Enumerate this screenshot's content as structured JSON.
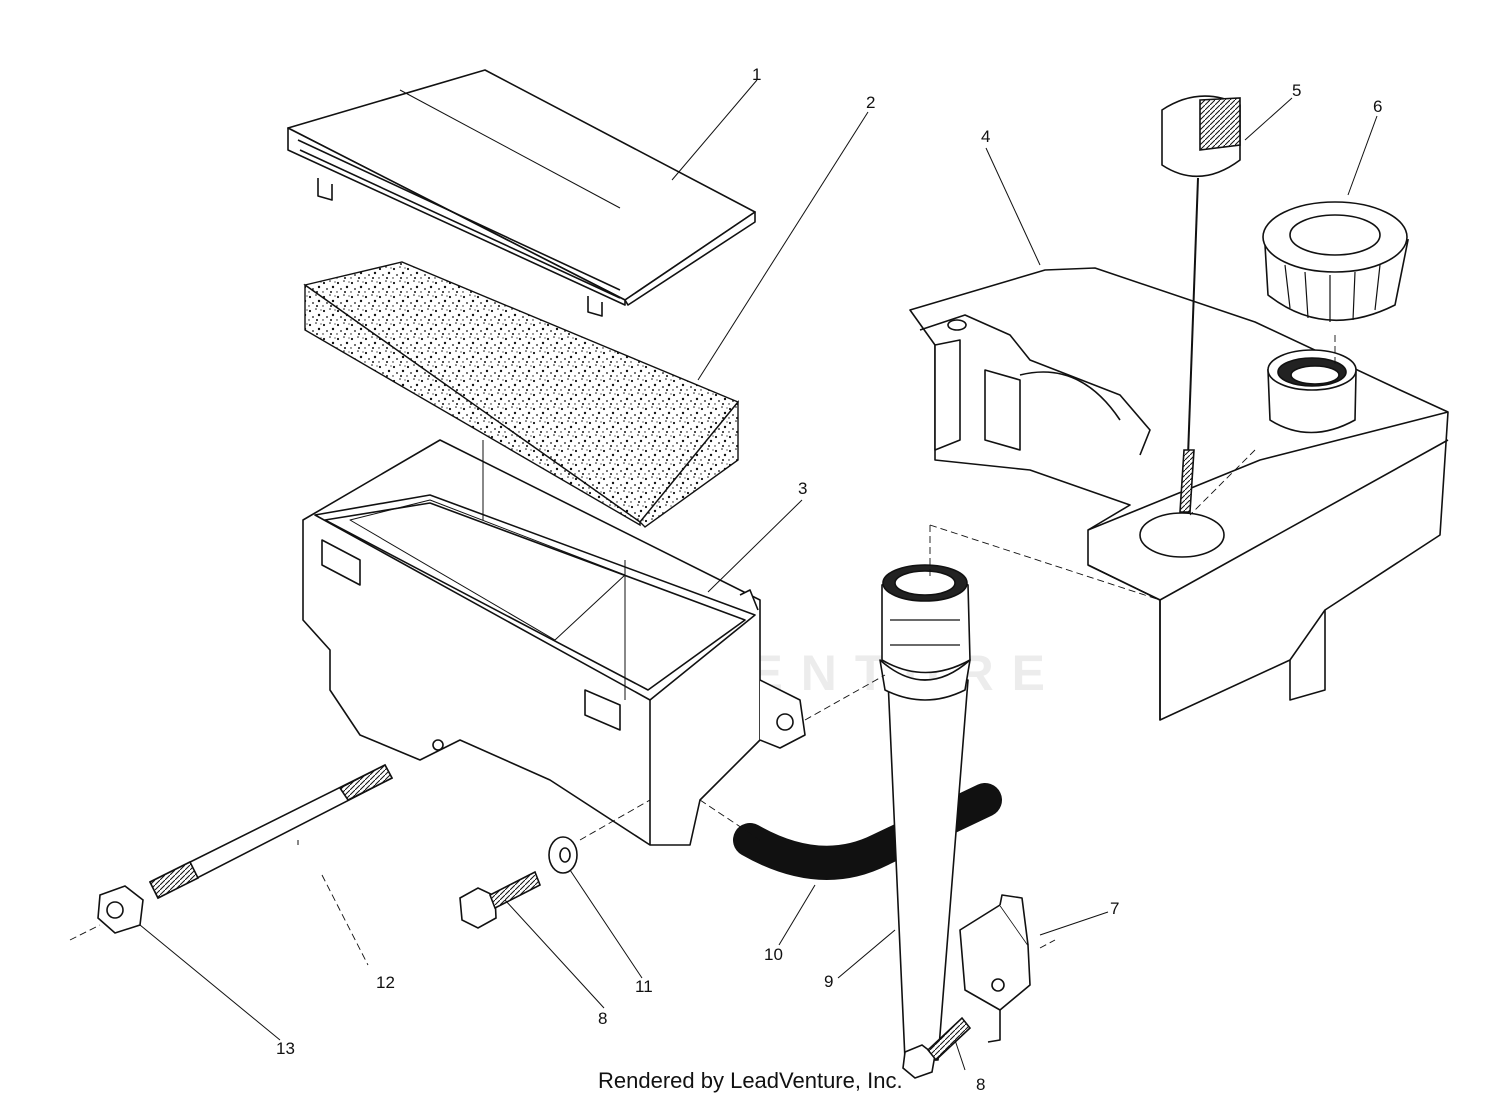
{
  "diagram": {
    "callouts": [
      {
        "id": "c1",
        "label": "1"
      },
      {
        "id": "c2",
        "label": "2"
      },
      {
        "id": "c3",
        "label": "3"
      },
      {
        "id": "c4",
        "label": "4"
      },
      {
        "id": "c5",
        "label": "5"
      },
      {
        "id": "c6",
        "label": "6"
      },
      {
        "id": "c7",
        "label": "7"
      },
      {
        "id": "c8a",
        "label": "8"
      },
      {
        "id": "c8b",
        "label": "8"
      },
      {
        "id": "c9",
        "label": "9"
      },
      {
        "id": "c10",
        "label": "10"
      },
      {
        "id": "c11",
        "label": "11"
      },
      {
        "id": "c12",
        "label": "12"
      },
      {
        "id": "c13",
        "label": "13"
      }
    ],
    "watermark": "LEADVENTURE",
    "footer": "Rendered by LeadVenture, Inc."
  }
}
